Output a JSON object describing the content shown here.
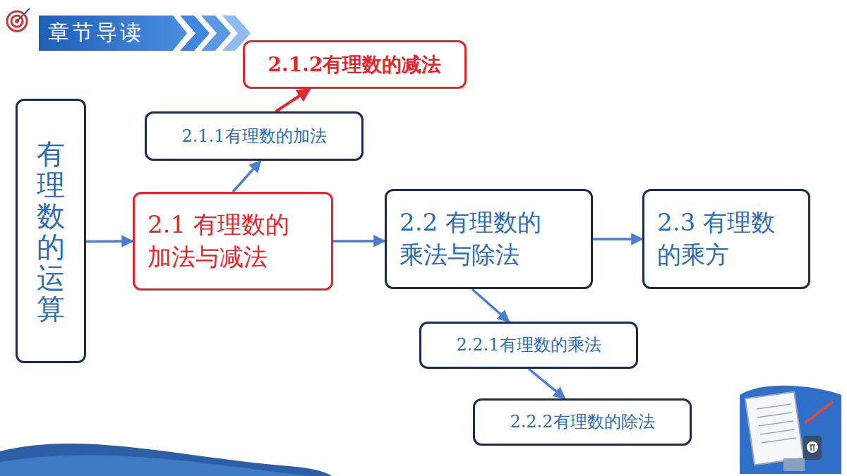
{
  "diagram": {
    "title": "章节导读",
    "nodes": [
      {
        "text": [
          "有理数的运算"
        ]
      },
      {
        "text": [
          "2.1 有理数的 加法与减法"
        ]
      },
      {
        "text": [
          "2.1.1有理数的加法"
        ]
      },
      {
        "text": [
          "2.1.2有理数的减法"
        ]
      },
      {
        "text": [
          "2.2 有理数的 乘法与除法"
        ]
      },
      {
        "text": [
          "2.3 有理数 的乘方"
        ]
      },
      {
        "text": [
          "2.2.1有理数的乘法"
        ]
      },
      {
        "text": [
          "2.2.2有理数的除法"
        ]
      }
    ],
    "edges": [
      {
        "from": 0,
        "to": 1,
        "arrow": "to"
      },
      {
        "from": 1,
        "to": 2,
        "arrow": "to"
      },
      {
        "from": 2,
        "to": 3,
        "arrow": "to"
      },
      {
        "from": 1,
        "to": 4,
        "arrow": "to"
      },
      {
        "from": 4,
        "to": 5,
        "arrow": "to"
      },
      {
        "from": 4,
        "to": 6,
        "arrow": "to"
      },
      {
        "from": 6,
        "to": 7,
        "arrow": "to"
      }
    ]
  }
}
